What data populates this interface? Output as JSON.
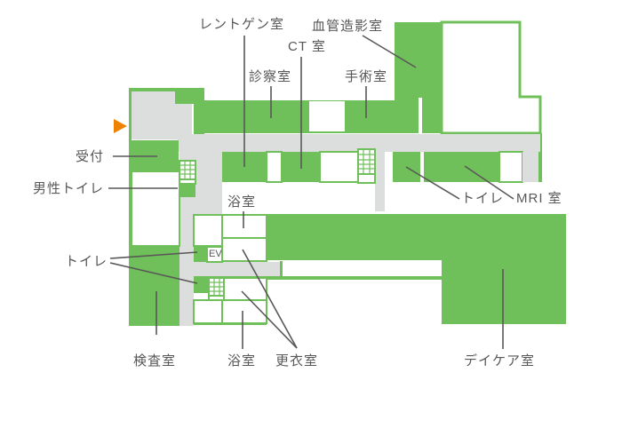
{
  "map_title": "hospital-floor-plan",
  "labels": {
    "xray": "レントゲン室",
    "angiography": "血管造影室",
    "ct": "CT 室",
    "examination": "診察室",
    "surgery": "手術室",
    "reception": "受付",
    "mens_toilet": "男性トイレ",
    "toilet_left": "トイレ",
    "inspection": "検査室",
    "bath_top": "浴室",
    "bath_bottom": "浴室",
    "changing": "更衣室",
    "daycare": "デイケア室",
    "toilet_right": "トイレ",
    "mri": "MRI 室",
    "elevator": "EV"
  },
  "colors": {
    "room_green": "#6fc05a",
    "corridor_gray": "#dcdddd",
    "label_text": "#595757",
    "pointer_line": "#595757",
    "marker_orange": "#ef8200"
  },
  "marker": {
    "type": "current-location-arrow",
    "points_direction": "right"
  }
}
